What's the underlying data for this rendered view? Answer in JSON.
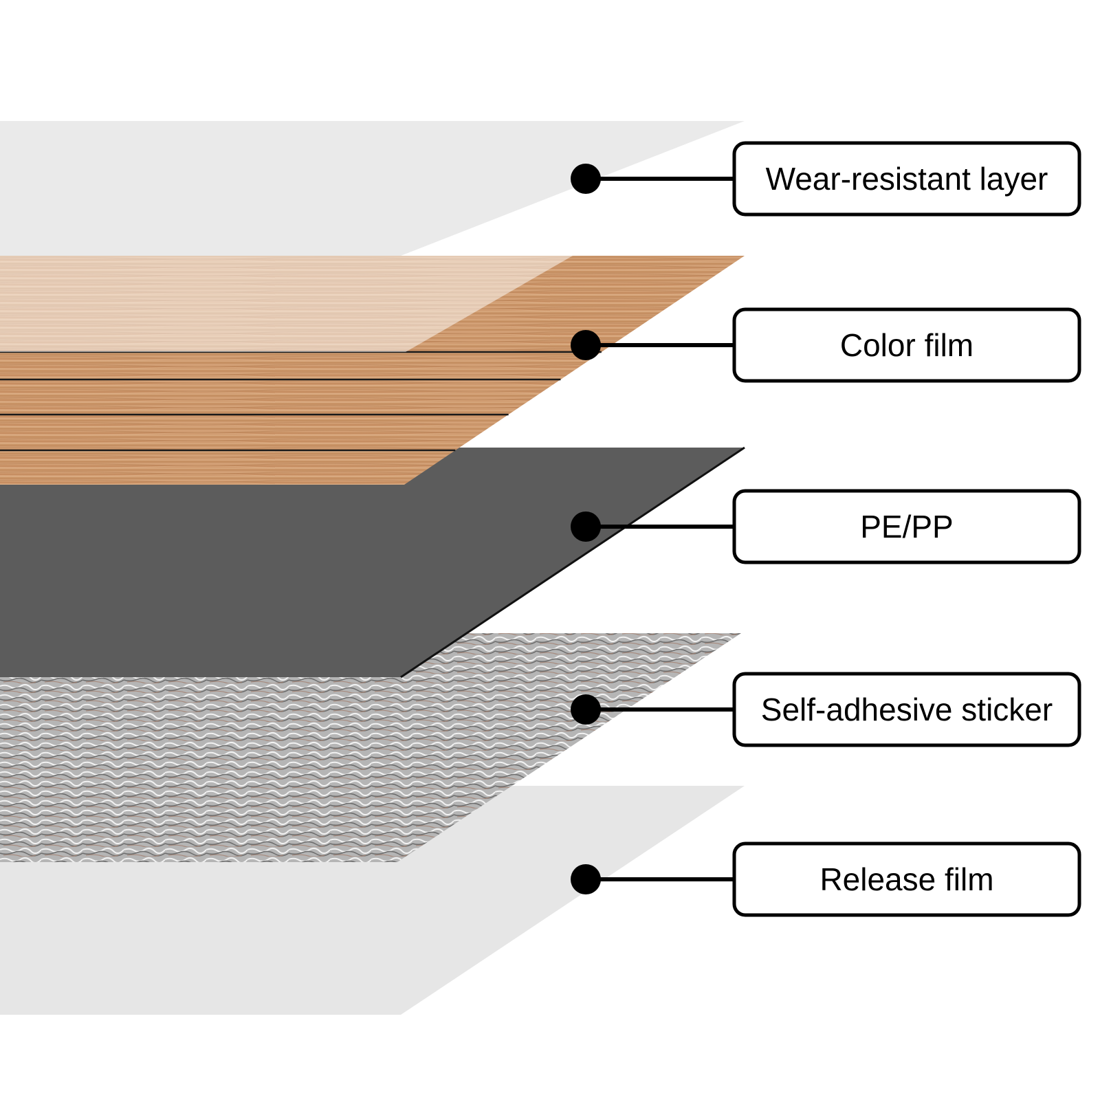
{
  "diagram": {
    "layers": [
      {
        "id": "wear",
        "label": "Wear-resistant layer",
        "material": "transparent-film",
        "color": "#e6e6e6"
      },
      {
        "id": "color",
        "label": "Color film",
        "material": "wood-grain",
        "color": "#c9946a"
      },
      {
        "id": "pepp",
        "label": "PE/PP",
        "material": "solid-core",
        "color": "#5c5c5c"
      },
      {
        "id": "adhesive",
        "label": "Self-adhesive sticker",
        "material": "foil-texture",
        "color": "#b4b4b4"
      },
      {
        "id": "release",
        "label": "Release film",
        "material": "transparent-film",
        "color": "#e6e6e6"
      }
    ]
  }
}
